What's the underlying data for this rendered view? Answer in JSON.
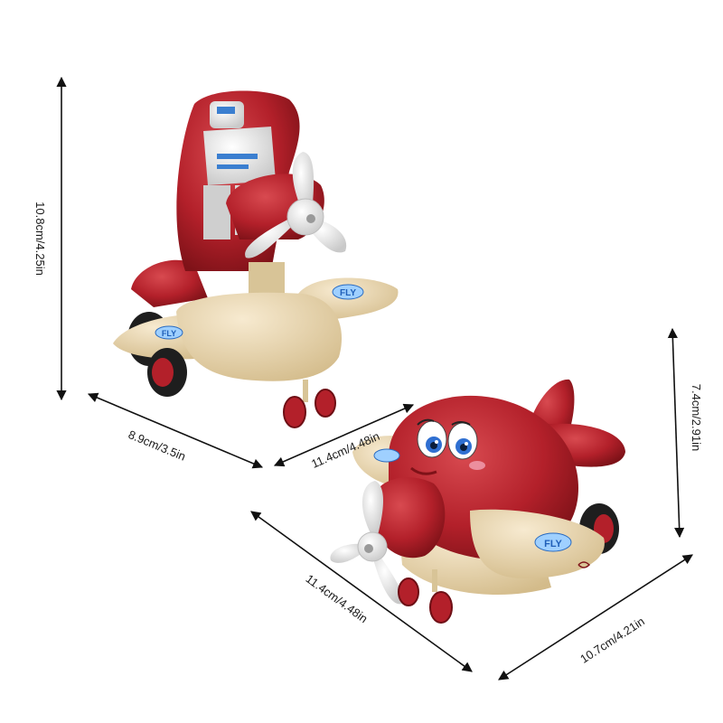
{
  "colors": {
    "body_red": "#b3202a",
    "body_red_dark": "#7e1218",
    "cream": "#ecd9b0",
    "cream_dark": "#c9b07e",
    "white": "#f4f4f4",
    "robot_blue": "#3b7fd0",
    "tire": "#1e1e1e",
    "arrow": "#111111"
  },
  "dimensions": {
    "robot_height": "10.8cm/4.25in",
    "robot_width": "8.9cm/3.5in",
    "robot_length": "11.4cm/4.48in",
    "plane_length": "11.4cm/4.48in",
    "plane_width": "10.7cm/4.21in",
    "plane_height": "7.4cm/2.91in"
  },
  "decals": {
    "robot_wing_text": "FLY",
    "plane_wing_text": "FLY"
  }
}
